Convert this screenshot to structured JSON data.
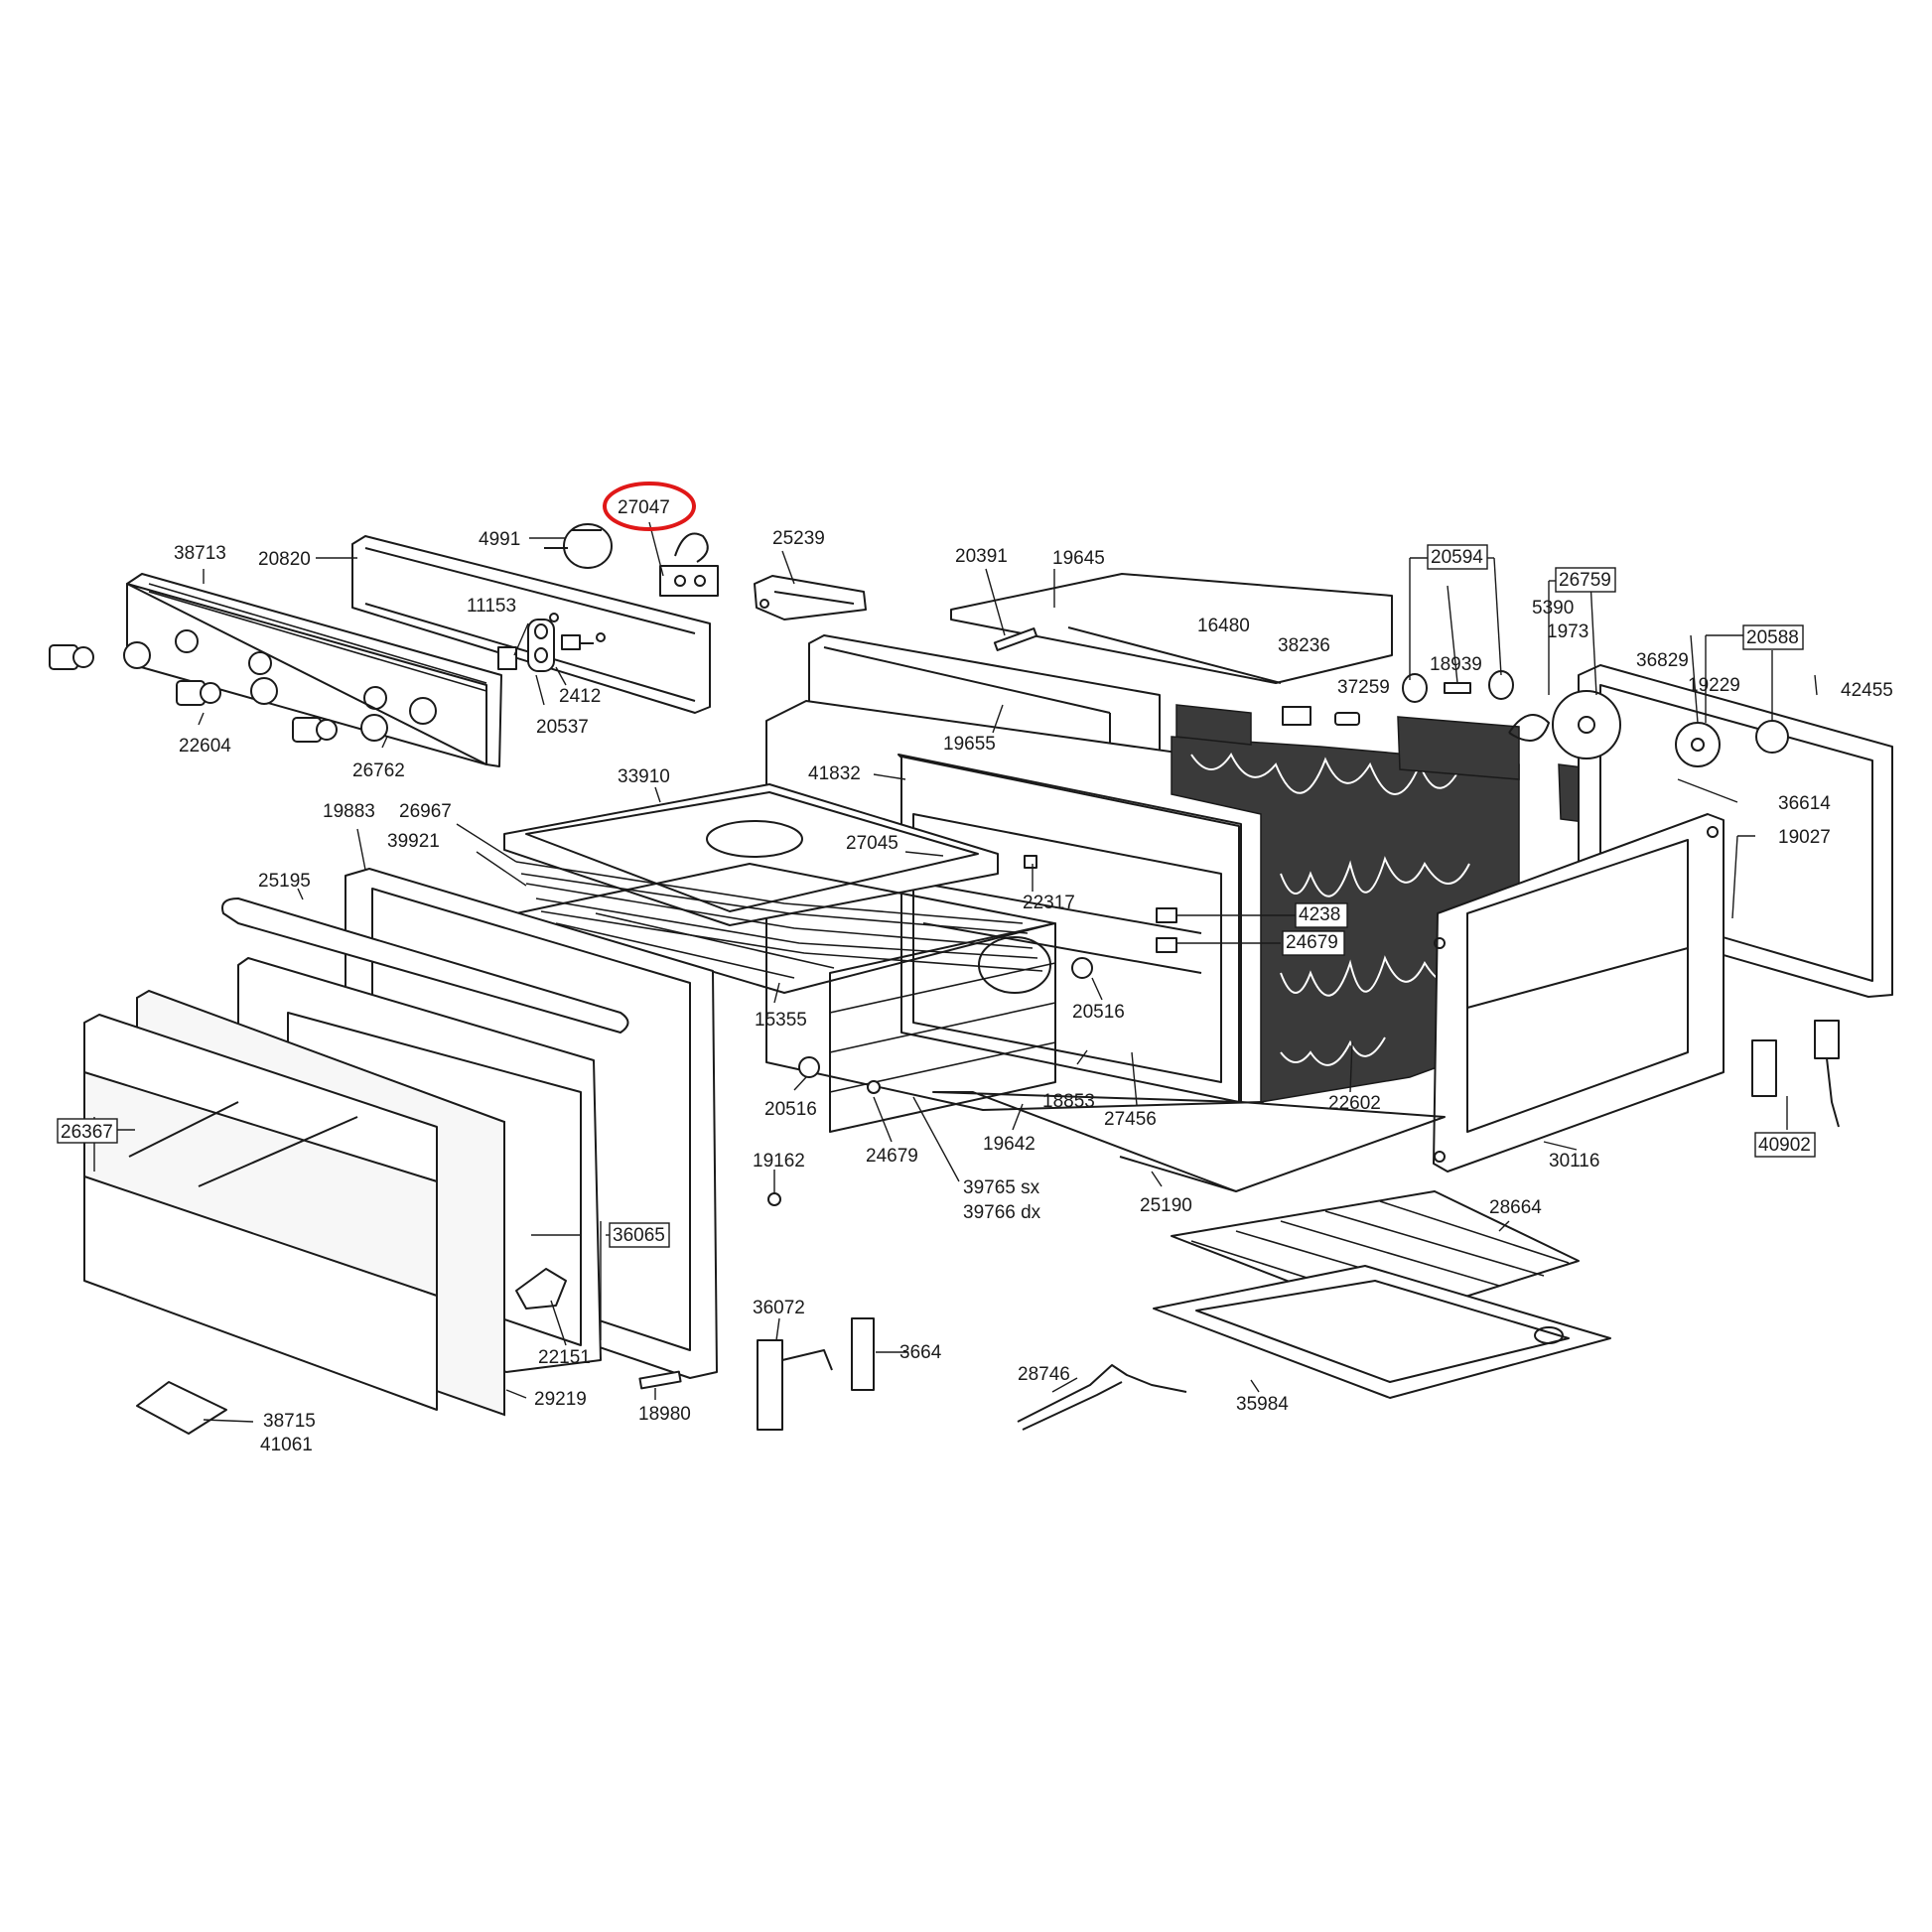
{
  "highlight": {
    "part_number": "27047",
    "color": "#e01818"
  },
  "labels": {
    "p27047": "27047",
    "p4991": "4991",
    "p25239": "25239",
    "p38713": "38713",
    "p20820": "20820",
    "p20391": "20391",
    "p19645": "19645",
    "p20594": "20594",
    "p26759": "26759",
    "p5390": "5390",
    "p11153": "11153",
    "p16480": "16480",
    "p38236": "38236",
    "p18939": "18939",
    "p1973": "1973",
    "p20588": "20588",
    "p36829": "36829",
    "p37259": "37259",
    "p19229": "19229",
    "p42455": "42455",
    "p2412": "2412",
    "p20537": "20537",
    "p22604": "22604",
    "p19655": "19655",
    "p26762": "26762",
    "p41832": "41832",
    "p33910": "33910",
    "p36614": "36614",
    "p19883": "19883",
    "p26967": "26967",
    "p19027": "19027",
    "p39921": "39921",
    "p27045": "27045",
    "p25195": "25195",
    "p22317": "22317",
    "p4238": "4238",
    "p24679a": "24679",
    "p15355": "15355",
    "p20516a": "20516",
    "p18853": "18853",
    "p22602": "22602",
    "p27456": "27456",
    "p20516b": "20516",
    "p26367": "26367",
    "p24679b": "24679",
    "p19642": "19642",
    "p30116": "30116",
    "p40902": "40902",
    "p19162": "19162",
    "p39765": "39765 sx",
    "p39766": "39766 dx",
    "p25190": "25190",
    "p28664": "28664",
    "p36065": "36065",
    "p36072": "36072",
    "p3664": "3664",
    "p22151": "22151",
    "p28746": "28746",
    "p35984": "35984",
    "p29219": "29219",
    "p18980": "18980",
    "p38715": "38715",
    "p41061": "41061"
  }
}
